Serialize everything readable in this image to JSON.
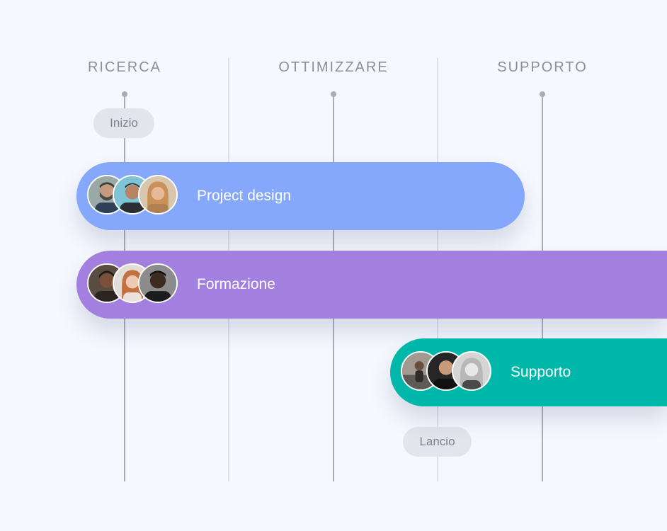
{
  "phases": [
    "RICERCA",
    "OTTIMIZZARE",
    "SUPPORTO"
  ],
  "milestones": {
    "start": "Inizio",
    "launch": "Lancio"
  },
  "tasks": [
    {
      "label": "Project design",
      "color": "#85a8fd",
      "avatars": [
        "avatar-man-beard",
        "avatar-man-smiling",
        "avatar-woman-blonde"
      ]
    },
    {
      "label": "Formazione",
      "color": "#a37fdf",
      "avatars": [
        "avatar-man-dark",
        "avatar-woman-redhead",
        "avatar-man-portrait"
      ]
    },
    {
      "label": "Supporto",
      "color": "#00b8a9",
      "avatars": [
        "avatar-person-outdoor",
        "avatar-man-bald",
        "avatar-woman-grayscale"
      ]
    }
  ]
}
